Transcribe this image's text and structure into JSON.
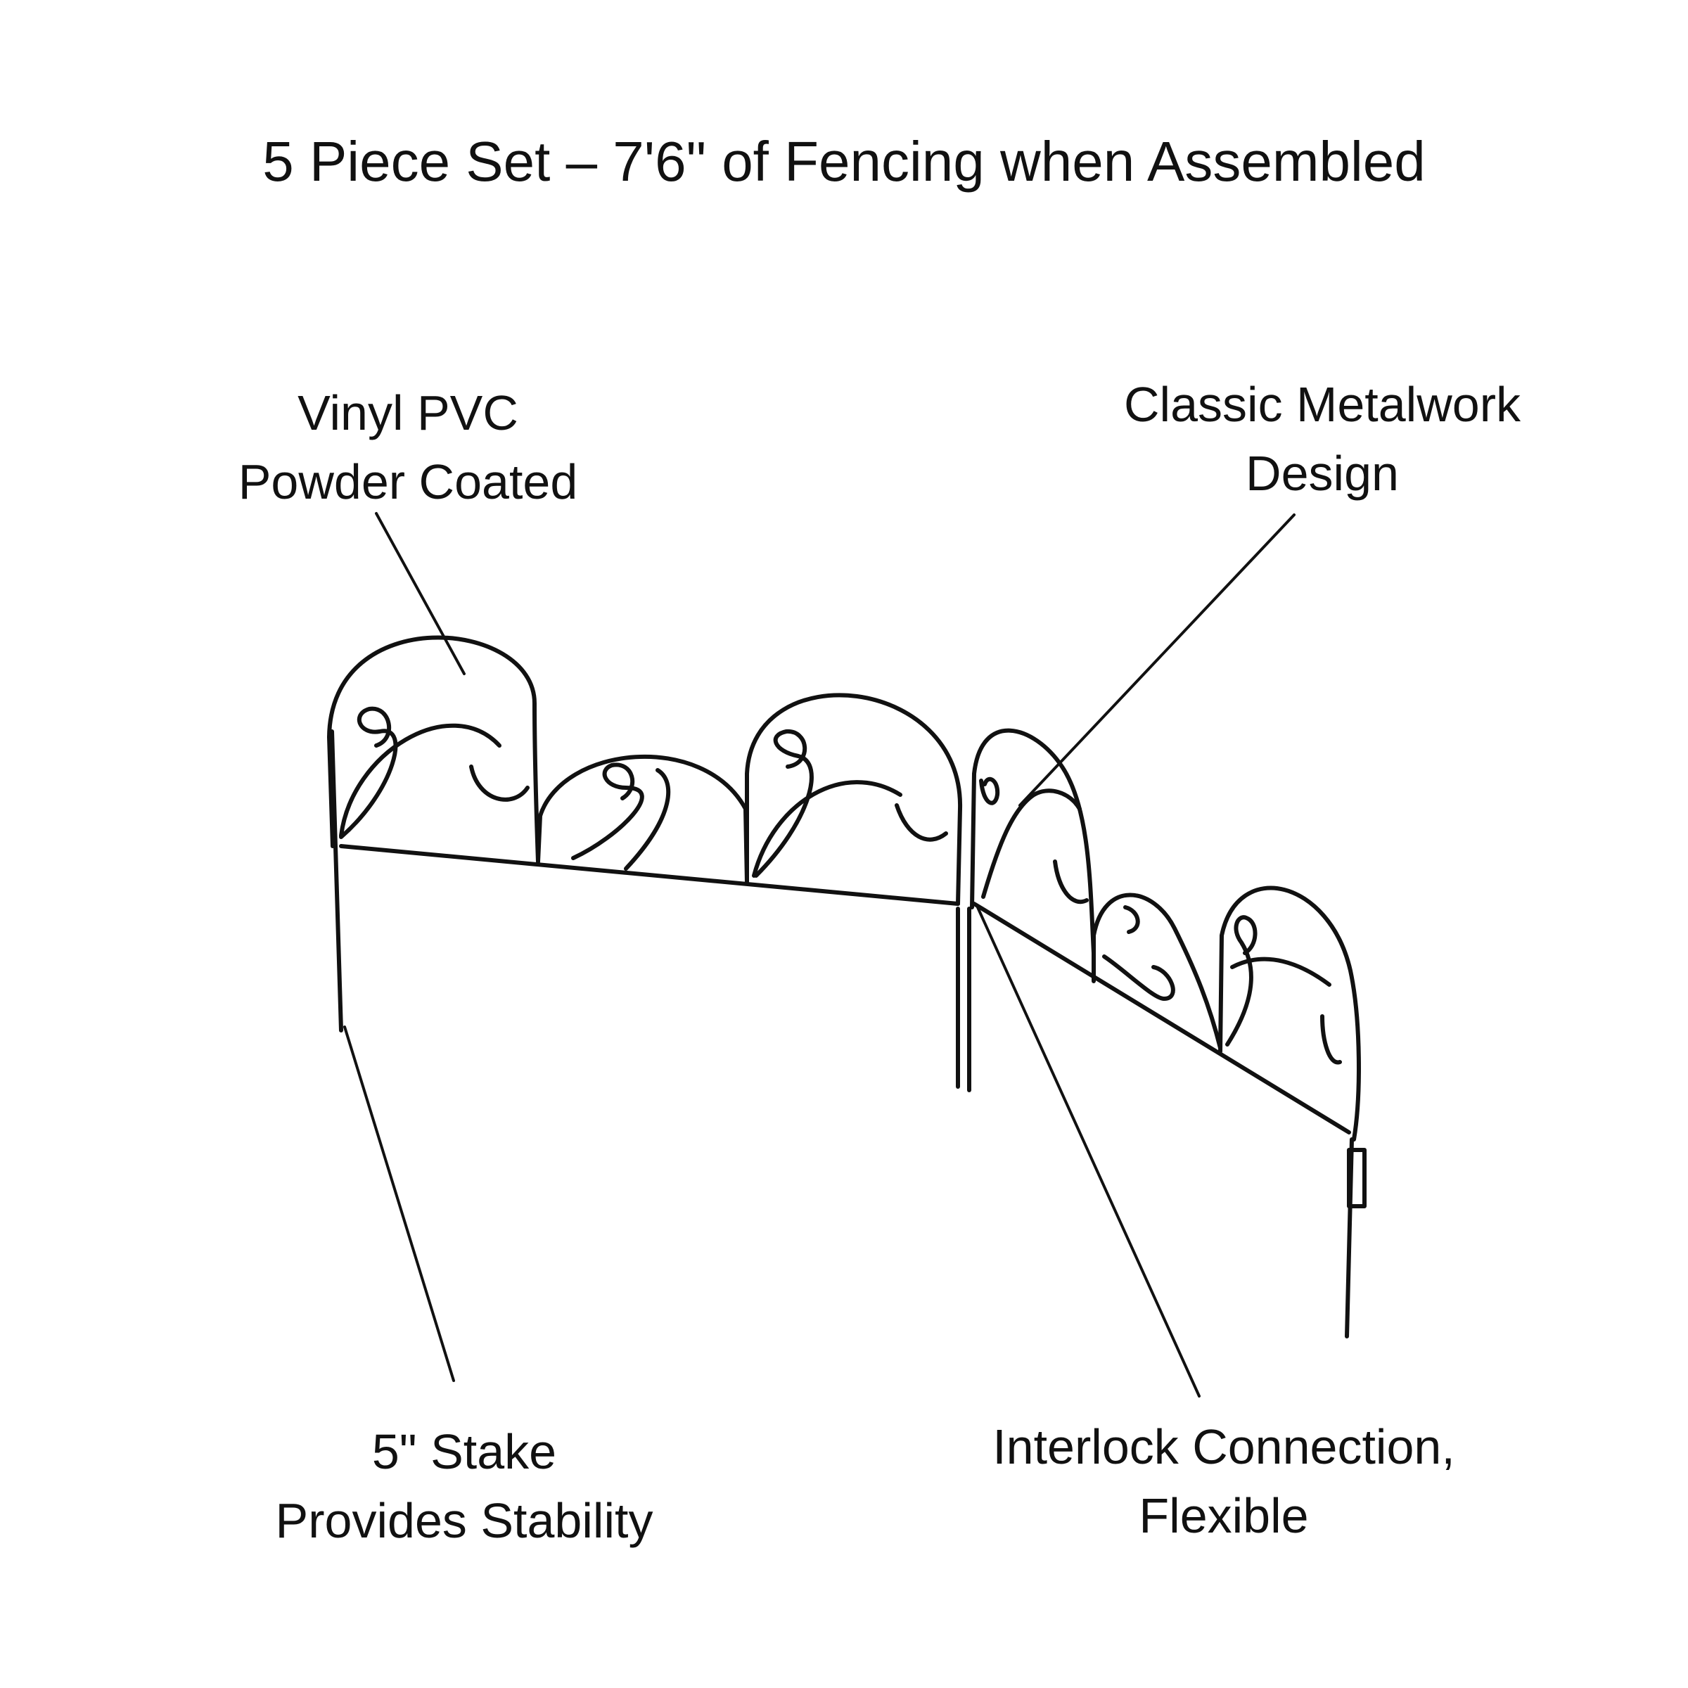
{
  "title": "5 Piece Set – 7'6\" of Fencing when Assembled",
  "callouts": {
    "vinyl": {
      "line1": "Vinyl PVC",
      "line2": "Powder Coated"
    },
    "classic": {
      "line1": "Classic Metalwork",
      "line2": "Design"
    },
    "stake": {
      "line1": "5\" Stake",
      "line2": "Provides Stability"
    },
    "interlock": {
      "line1": "Interlock Connection,",
      "line2": "Flexible"
    }
  },
  "colors": {
    "ink": "#111111",
    "background": "#ffffff"
  }
}
